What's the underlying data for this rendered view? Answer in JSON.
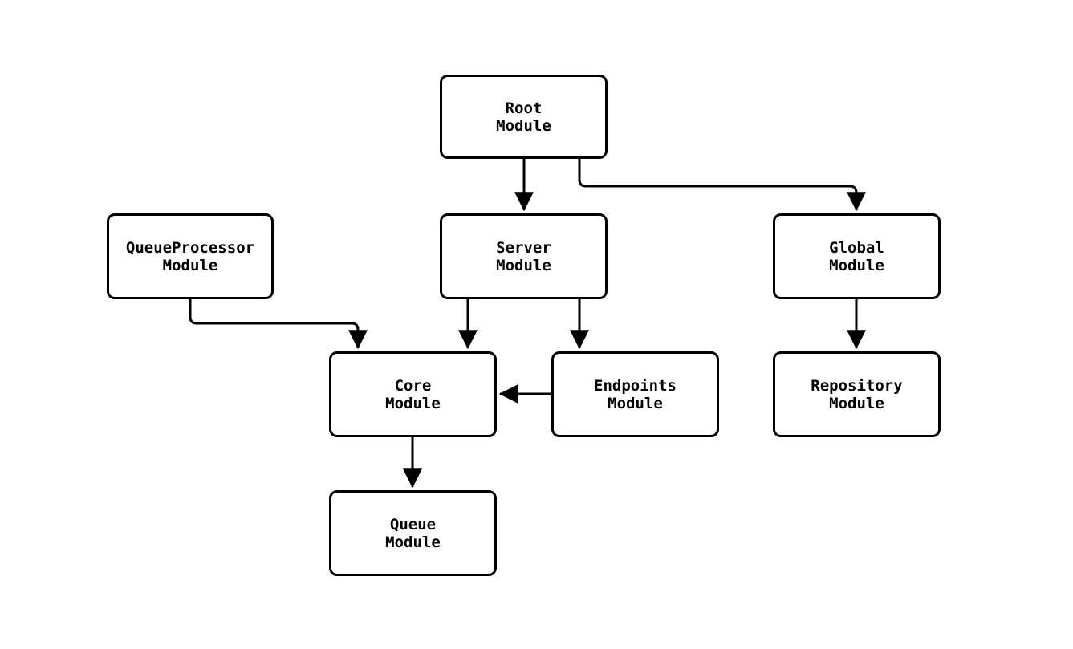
{
  "colors": {
    "line": "#000000",
    "node_fill": "#ffffff",
    "node_border": "#000000",
    "background": "#ffffff",
    "text": "#000000"
  },
  "diagram": {
    "type": "flowchart",
    "direction": "top-down",
    "nodes": {
      "root": {
        "line1": "Root",
        "line2": "Module"
      },
      "queueprocessor": {
        "line1": "QueueProcessor",
        "line2": "Module"
      },
      "server": {
        "line1": "Server",
        "line2": "Module"
      },
      "global": {
        "line1": "Global",
        "line2": "Module"
      },
      "core": {
        "line1": "Core",
        "line2": "Module"
      },
      "endpoints": {
        "line1": "Endpoints",
        "line2": "Module"
      },
      "repository": {
        "line1": "Repository",
        "line2": "Module"
      },
      "queue": {
        "line1": "Queue",
        "line2": "Module"
      }
    },
    "edges": [
      {
        "from": "Root Module",
        "to": "Server Module"
      },
      {
        "from": "Root Module",
        "to": "Global Module"
      },
      {
        "from": "QueueProcessor Module",
        "to": "Core Module"
      },
      {
        "from": "Server Module",
        "to": "Core Module"
      },
      {
        "from": "Server Module",
        "to": "Endpoints Module"
      },
      {
        "from": "Endpoints Module",
        "to": "Core Module"
      },
      {
        "from": "Global Module",
        "to": "Repository Module"
      },
      {
        "from": "Core Module",
        "to": "Queue Module"
      }
    ]
  }
}
